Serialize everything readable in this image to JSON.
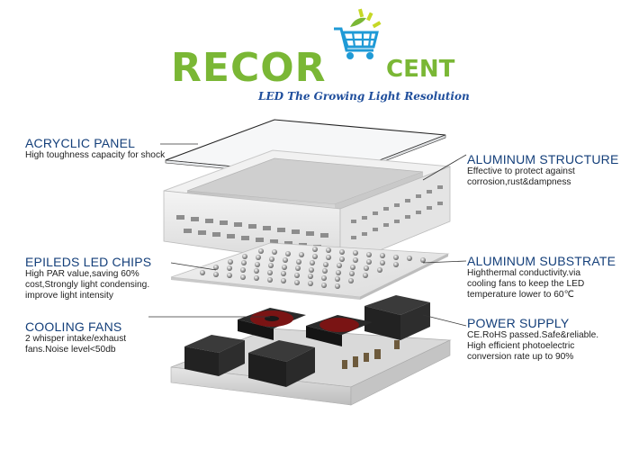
{
  "logo": {
    "word": "RECOR",
    "suffix": "CENT",
    "tagline": "LED The Growing Light Resolution"
  },
  "callouts": {
    "acrylic": {
      "title": "ACRYCLIC PANEL",
      "desc": "High toughness capacity for shock"
    },
    "structure": {
      "title": "ALUMINUM STRUCTURE",
      "desc": "Effective to protect against\ncorrosion,rust&dampness"
    },
    "chips": {
      "title": "EPILEDS LED CHIPS",
      "desc": "High PAR value,saving 60%\ncost,Strongly light condensing.\nimprove light intensity"
    },
    "substrate": {
      "title": "ALUMINUM SUBSTRATE",
      "desc": "Highthermal conductivity.via\ncooling fans to keep the LED\ntemperature lower to 60℃"
    },
    "fans": {
      "title": "COOLING FANS",
      "desc": "2 whisper intake/exhaust\nfans.Noise level<50db"
    },
    "power": {
      "title": "POWER SUPPLY",
      "desc": "CE.RoHS passed.Safe&reliable.\nHigh efficient photoelectric\nconversion rate up to 90%"
    }
  },
  "colors": {
    "brand_green": "#7ab735",
    "brand_blue": "#1f9ad6",
    "title_blue": "#143f7a"
  },
  "icons": [
    "shopping-cart-icon",
    "sun-rays-icon"
  ]
}
